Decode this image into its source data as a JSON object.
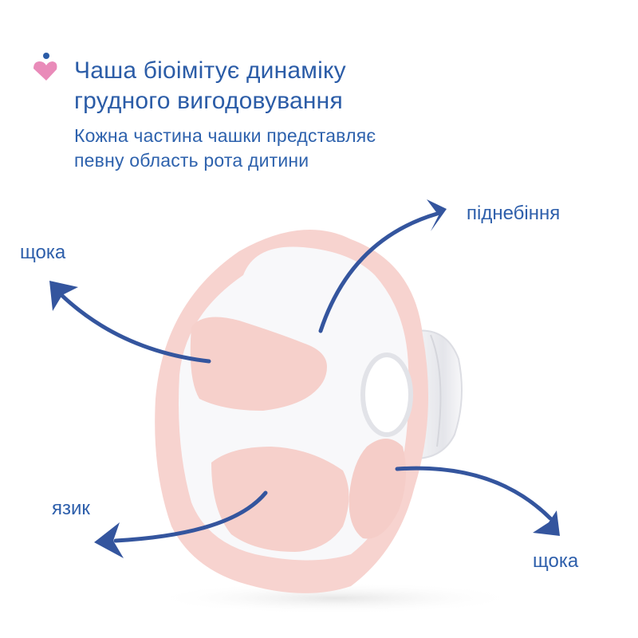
{
  "header": {
    "logo_icon": "heart-with-dot-icon",
    "title_line1": "Чаша біоімітує динаміку",
    "title_line2": "грудного вигодовування",
    "subtitle_line1": "Кожна частина чашки представляє",
    "subtitle_line2": "певну область рота дитини"
  },
  "labels": {
    "cheek_left": "щока",
    "palate": "піднебіння",
    "tongue": "язик",
    "cheek_right": "щока"
  },
  "colors": {
    "text_blue": "#2b5ca7",
    "arrow_blue": "#34559e",
    "logo_pink": "#e98bb9",
    "cup_pink": "#f7d3cf",
    "cup_pink_dark": "#f3c2bd"
  }
}
